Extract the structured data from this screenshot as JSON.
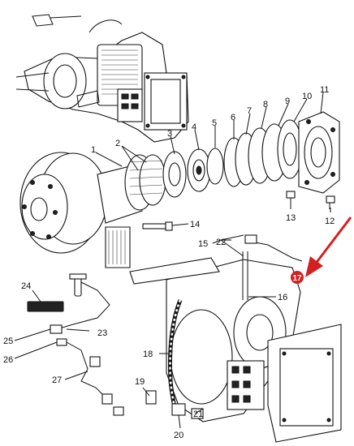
{
  "callouts": {
    "c1": "1",
    "c2": "2",
    "c3": "3",
    "c4": "4",
    "c5": "5",
    "c6": "6",
    "c7": "7",
    "c8": "8",
    "c9": "9",
    "c10": "10",
    "c11": "11",
    "c12": "12",
    "c13": "13",
    "c14": "14",
    "c15": "15",
    "c16": "16",
    "c17": "17",
    "c18": "18",
    "c19": "19",
    "c20": "20",
    "c21": "21",
    "c22": "22",
    "c23": "23",
    "c24": "24",
    "c25": "25",
    "c26": "26",
    "c27": "27"
  },
  "colors": {
    "highlight": "#d32020",
    "ink": "#111111",
    "background": "#ffffff"
  },
  "icons": {
    "pointer": "red-arrow-icon"
  }
}
